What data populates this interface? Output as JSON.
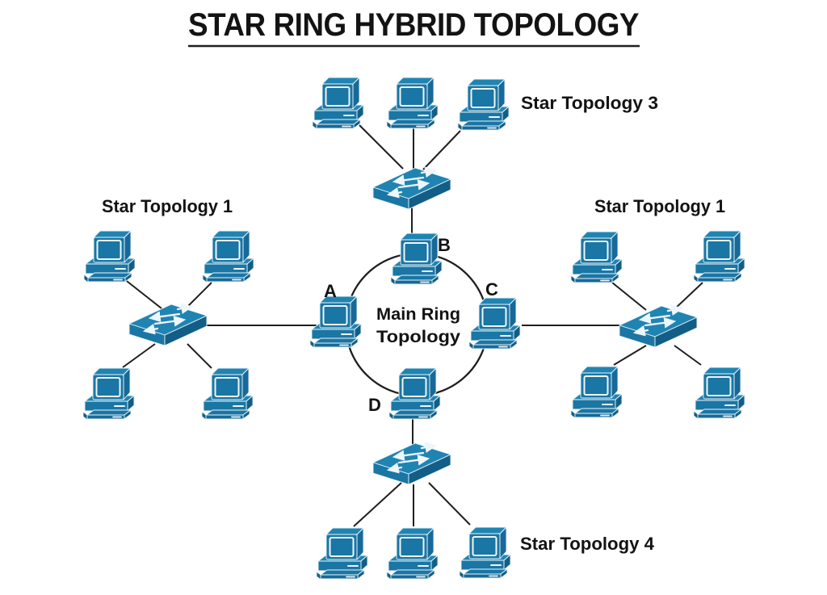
{
  "title": "STAR RING HYBRID TOPOLOGY",
  "colors": {
    "device_top": "#2084B2",
    "device_main": "#1A76A4",
    "device_side": "#17699A",
    "device_dark": "#125E86",
    "device_detail": "#EDF6FA",
    "line": "#1F1F1F",
    "text": "#131313",
    "background": "#FFFFFF"
  },
  "ring": {
    "label_lines": [
      "Main Ring",
      "Topology"
    ],
    "nodes": [
      "A",
      "B",
      "C",
      "D"
    ]
  },
  "stars": [
    {
      "position": "top",
      "label": "Star Topology 3",
      "computers": 3
    },
    {
      "position": "left",
      "label": "Star Topology 1",
      "computers": 4
    },
    {
      "position": "right",
      "label": "Star Topology 1",
      "computers": 4
    },
    {
      "position": "bottom",
      "label": "Star Topology 4",
      "computers": 3
    }
  ]
}
